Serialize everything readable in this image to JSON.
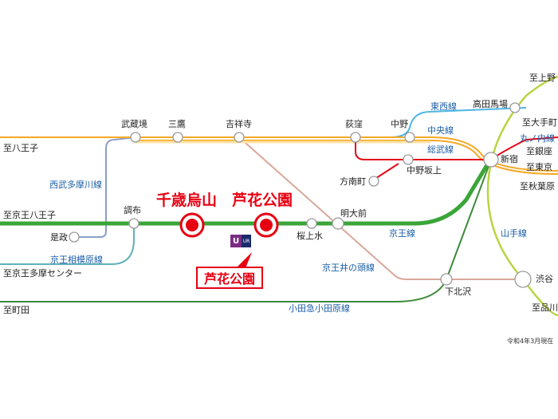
{
  "colors": {
    "chuo": "#f6a823",
    "keio": "#3aa538",
    "keio_sagamihara": "#5fb2b8",
    "seibu_tamagawa": "#8aa0c8",
    "odakyu": "#3c8a3a",
    "inokashira": "#d9a89a",
    "marunouchi": "#e20a18",
    "yamanote": "#b8d442",
    "tozai": "#4db6e3",
    "highlight": "#e60012"
  },
  "featured": {
    "chitose_karasuyama": "千歳烏山",
    "roka_koen": "芦花公園",
    "callout": "芦花公園",
    "ur_logo_letter": "U",
    "ur_logo_text": "UR"
  },
  "stations": {
    "musashisakai": "武蔵境",
    "mitaka": "三鷹",
    "kichijoji": "吉祥寺",
    "ogikubo": "荻窪",
    "nakano": "中野",
    "takadanobaba": "高田馬場",
    "shinjuku": "新宿",
    "nakano_sakaue": "中野坂上",
    "honancho": "方南町",
    "chofu": "調布",
    "koremasa": "是政",
    "sakurajosui": "桜上水",
    "meidaimae": "明大前",
    "shimokitazawa": "下北沢",
    "shibuya": "渋谷"
  },
  "destinations": {
    "hachioji": "至八王子",
    "keio_hachioji": "至京王八王子",
    "keio_tama_center": "至京王多摩センター",
    "machida": "至町田",
    "ueno": "至上野",
    "otemachi": "至大手町",
    "ginza": "至銀座",
    "tokyo": "至東京",
    "akihabara": "至秋葉原",
    "shinagawa": "至品川"
  },
  "lines": {
    "tozai": "東西線",
    "chuo": "中央線",
    "sobu": "総武線",
    "marunouchi": "丸ノ内線",
    "seibu_tamagawa": "西武多摩川線",
    "keio": "京王線",
    "keio_sagamihara": "京王相模原線",
    "keio_inokashira": "京王井の頭線",
    "yamanote": "山手線",
    "odakyu": "小田急小田原線"
  },
  "note": "令和4年3月現在"
}
